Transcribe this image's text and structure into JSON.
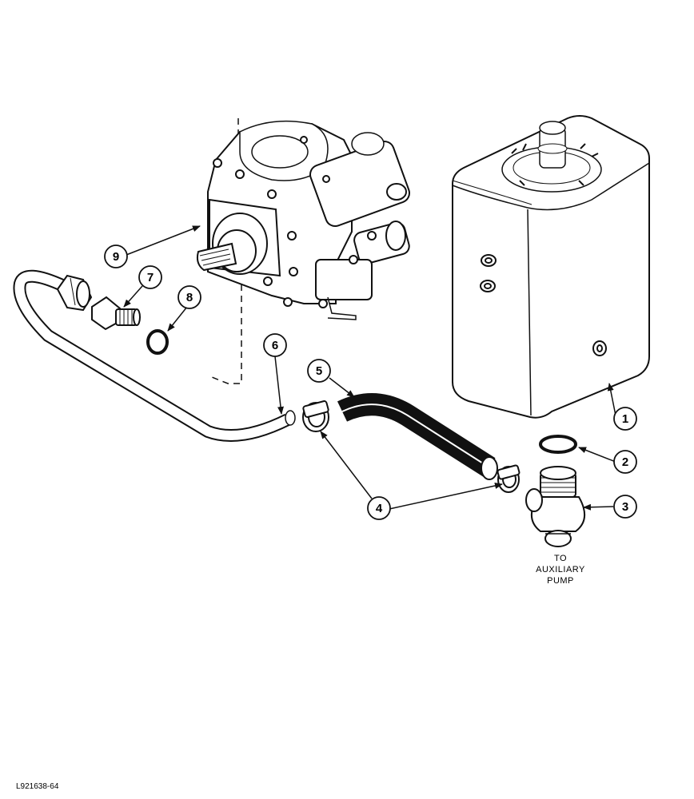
{
  "callouts": [
    "1",
    "2",
    "3",
    "4",
    "5",
    "6",
    "7",
    "8",
    "9"
  ],
  "note_lines": [
    "TO",
    "AUXILIARY",
    "PUMP"
  ],
  "figure_id": "L921638-64"
}
